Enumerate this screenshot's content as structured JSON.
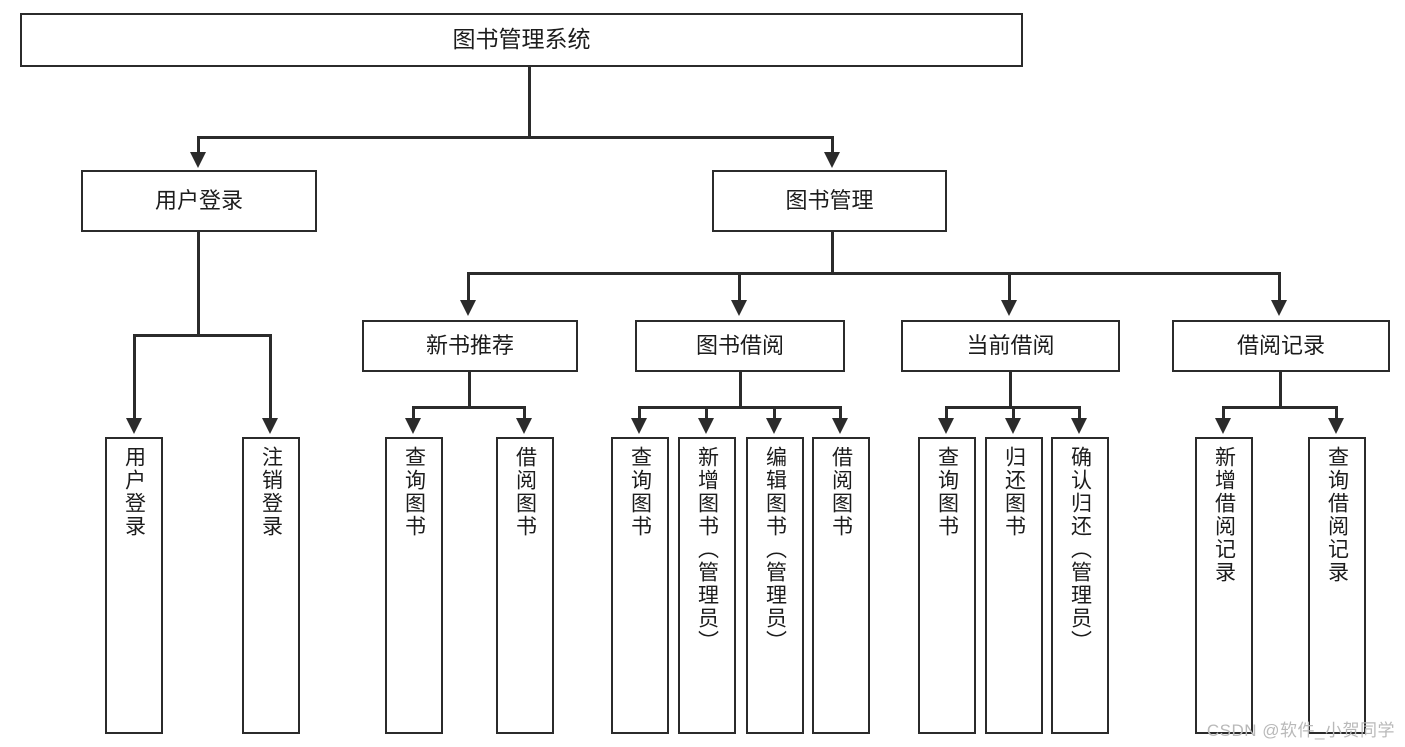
{
  "diagram": {
    "type": "tree-hierarchy",
    "title": "图书管理系统",
    "watermark": "CSDN @软件_小贺同学",
    "colors": {
      "box_border": "#2b2b2b",
      "background": "#ffffff",
      "text": "#1c1c1c",
      "connector": "#2b2b2b",
      "watermark": "#b9b9b9"
    },
    "root": {
      "label": "图书管理系统"
    },
    "level2": [
      {
        "label": "用户登录"
      },
      {
        "label": "图书管理"
      }
    ],
    "level3": [
      {
        "label": "新书推荐"
      },
      {
        "label": "图书借阅"
      },
      {
        "label": "当前借阅"
      },
      {
        "label": "借阅记录"
      }
    ],
    "leaves": {
      "user_login": [
        {
          "label": "用户登录"
        },
        {
          "label": "注销登录"
        }
      ],
      "new_book_recommend": [
        {
          "label": "查询图书"
        },
        {
          "label": "借阅图书"
        }
      ],
      "book_borrow": [
        {
          "label": "查询图书"
        },
        {
          "label": "新增图书（管理员）"
        },
        {
          "label": "编辑图书（管理员）"
        },
        {
          "label": "借阅图书"
        }
      ],
      "current_borrow": [
        {
          "label": "查询图书"
        },
        {
          "label": "归还图书"
        },
        {
          "label": "确认归还（管理员）"
        }
      ],
      "borrow_record": [
        {
          "label": "新增借阅记录"
        },
        {
          "label": "查询借阅记录"
        }
      ]
    }
  }
}
